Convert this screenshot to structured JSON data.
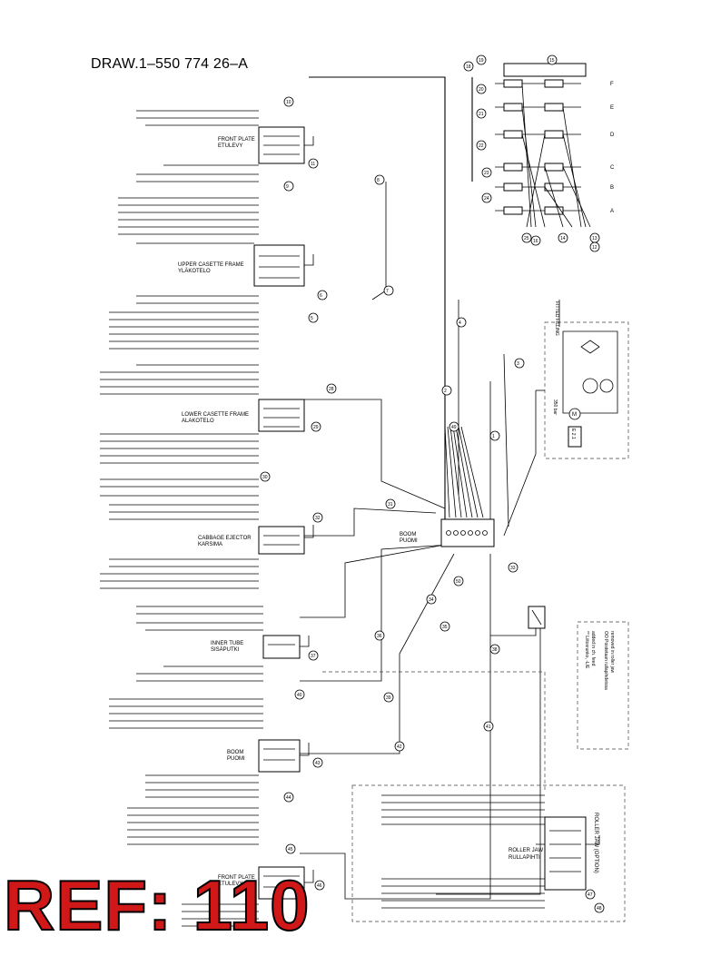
{
  "drawing_number": "DRAW.1–550 774 26–A",
  "ref_label": "REF: 110",
  "blocks": [
    {
      "id": "front-plate-top",
      "label": "FRONT PLATE",
      "sub": "ETULEVY"
    },
    {
      "id": "upper-casette-frame",
      "label": "UPPER CASETTE FRAME",
      "sub": "YLÄKOTELO"
    },
    {
      "id": "lower-casette-frame",
      "label": "LOWER CASETTE FRAME",
      "sub": "ALAKOTELO"
    },
    {
      "id": "boom",
      "label": "BOOM",
      "sub": "PUOMI"
    },
    {
      "id": "cabbage-ejector",
      "label": "CABBAGE EJECTOR",
      "sub": "KARSIMA"
    },
    {
      "id": "inner-tube",
      "label": "INNER TUBE",
      "sub": "SISÄPUTKI"
    },
    {
      "id": "boom-lower",
      "label": "BOOM",
      "sub": "PUOMI"
    },
    {
      "id": "front-plate-bottom",
      "label": "FRONT PLATE",
      "sub": "ETULEVY"
    },
    {
      "id": "roller-jaw",
      "label": "ROLLER JAW",
      "sub": "RULLAPIHTI"
    }
  ],
  "notes": {
    "fitted": "FITTED FILLING",
    "legend_1": "** Liitosrunko, -L/E",
    "legend_2": "added in ch. feed",
    "legend_3": "OO Poistetaan rullapihdeissa",
    "legend_4": "removed in roller jaw",
    "option": "ROLLER JAW (OPTION)"
  },
  "bubble_numbers": [
    "18",
    "19",
    "15",
    "20",
    "21",
    "22",
    "23",
    "24",
    "25",
    "16",
    "14",
    "13",
    "12",
    "11",
    "10",
    "9",
    "8",
    "7",
    "6",
    "5",
    "4",
    "3",
    "2",
    "1",
    "28",
    "29",
    "30",
    "31",
    "32",
    "33",
    "34",
    "35",
    "36",
    "37",
    "38",
    "39",
    "40",
    "41",
    "42",
    "43",
    "44",
    "45",
    "46",
    "47",
    "48",
    "49",
    "50"
  ],
  "right_letters": [
    "F",
    "E",
    "D",
    "C",
    "B",
    "A"
  ],
  "pump_labels": {
    "filter": "E 2.1",
    "motor": "M",
    "tank": "350 bar"
  }
}
